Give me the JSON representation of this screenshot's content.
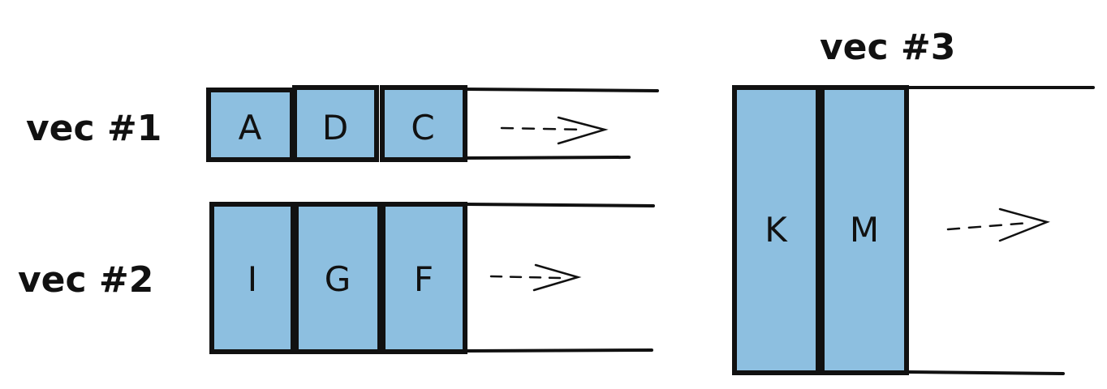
{
  "diagram": {
    "colors": {
      "cell_fill": "#8dbfe0",
      "stroke": "#111111",
      "background": "#ffffff"
    },
    "vectors": [
      {
        "label": "vec #1",
        "cells": [
          "A",
          "D",
          "C"
        ],
        "growth_indicator": "dashed-arrow"
      },
      {
        "label": "vec #2",
        "cells": [
          "I",
          "G",
          "F"
        ],
        "growth_indicator": "dashed-arrow"
      },
      {
        "label": "vec #3",
        "cells": [
          "K",
          "M"
        ],
        "growth_indicator": "dashed-arrow"
      }
    ]
  }
}
